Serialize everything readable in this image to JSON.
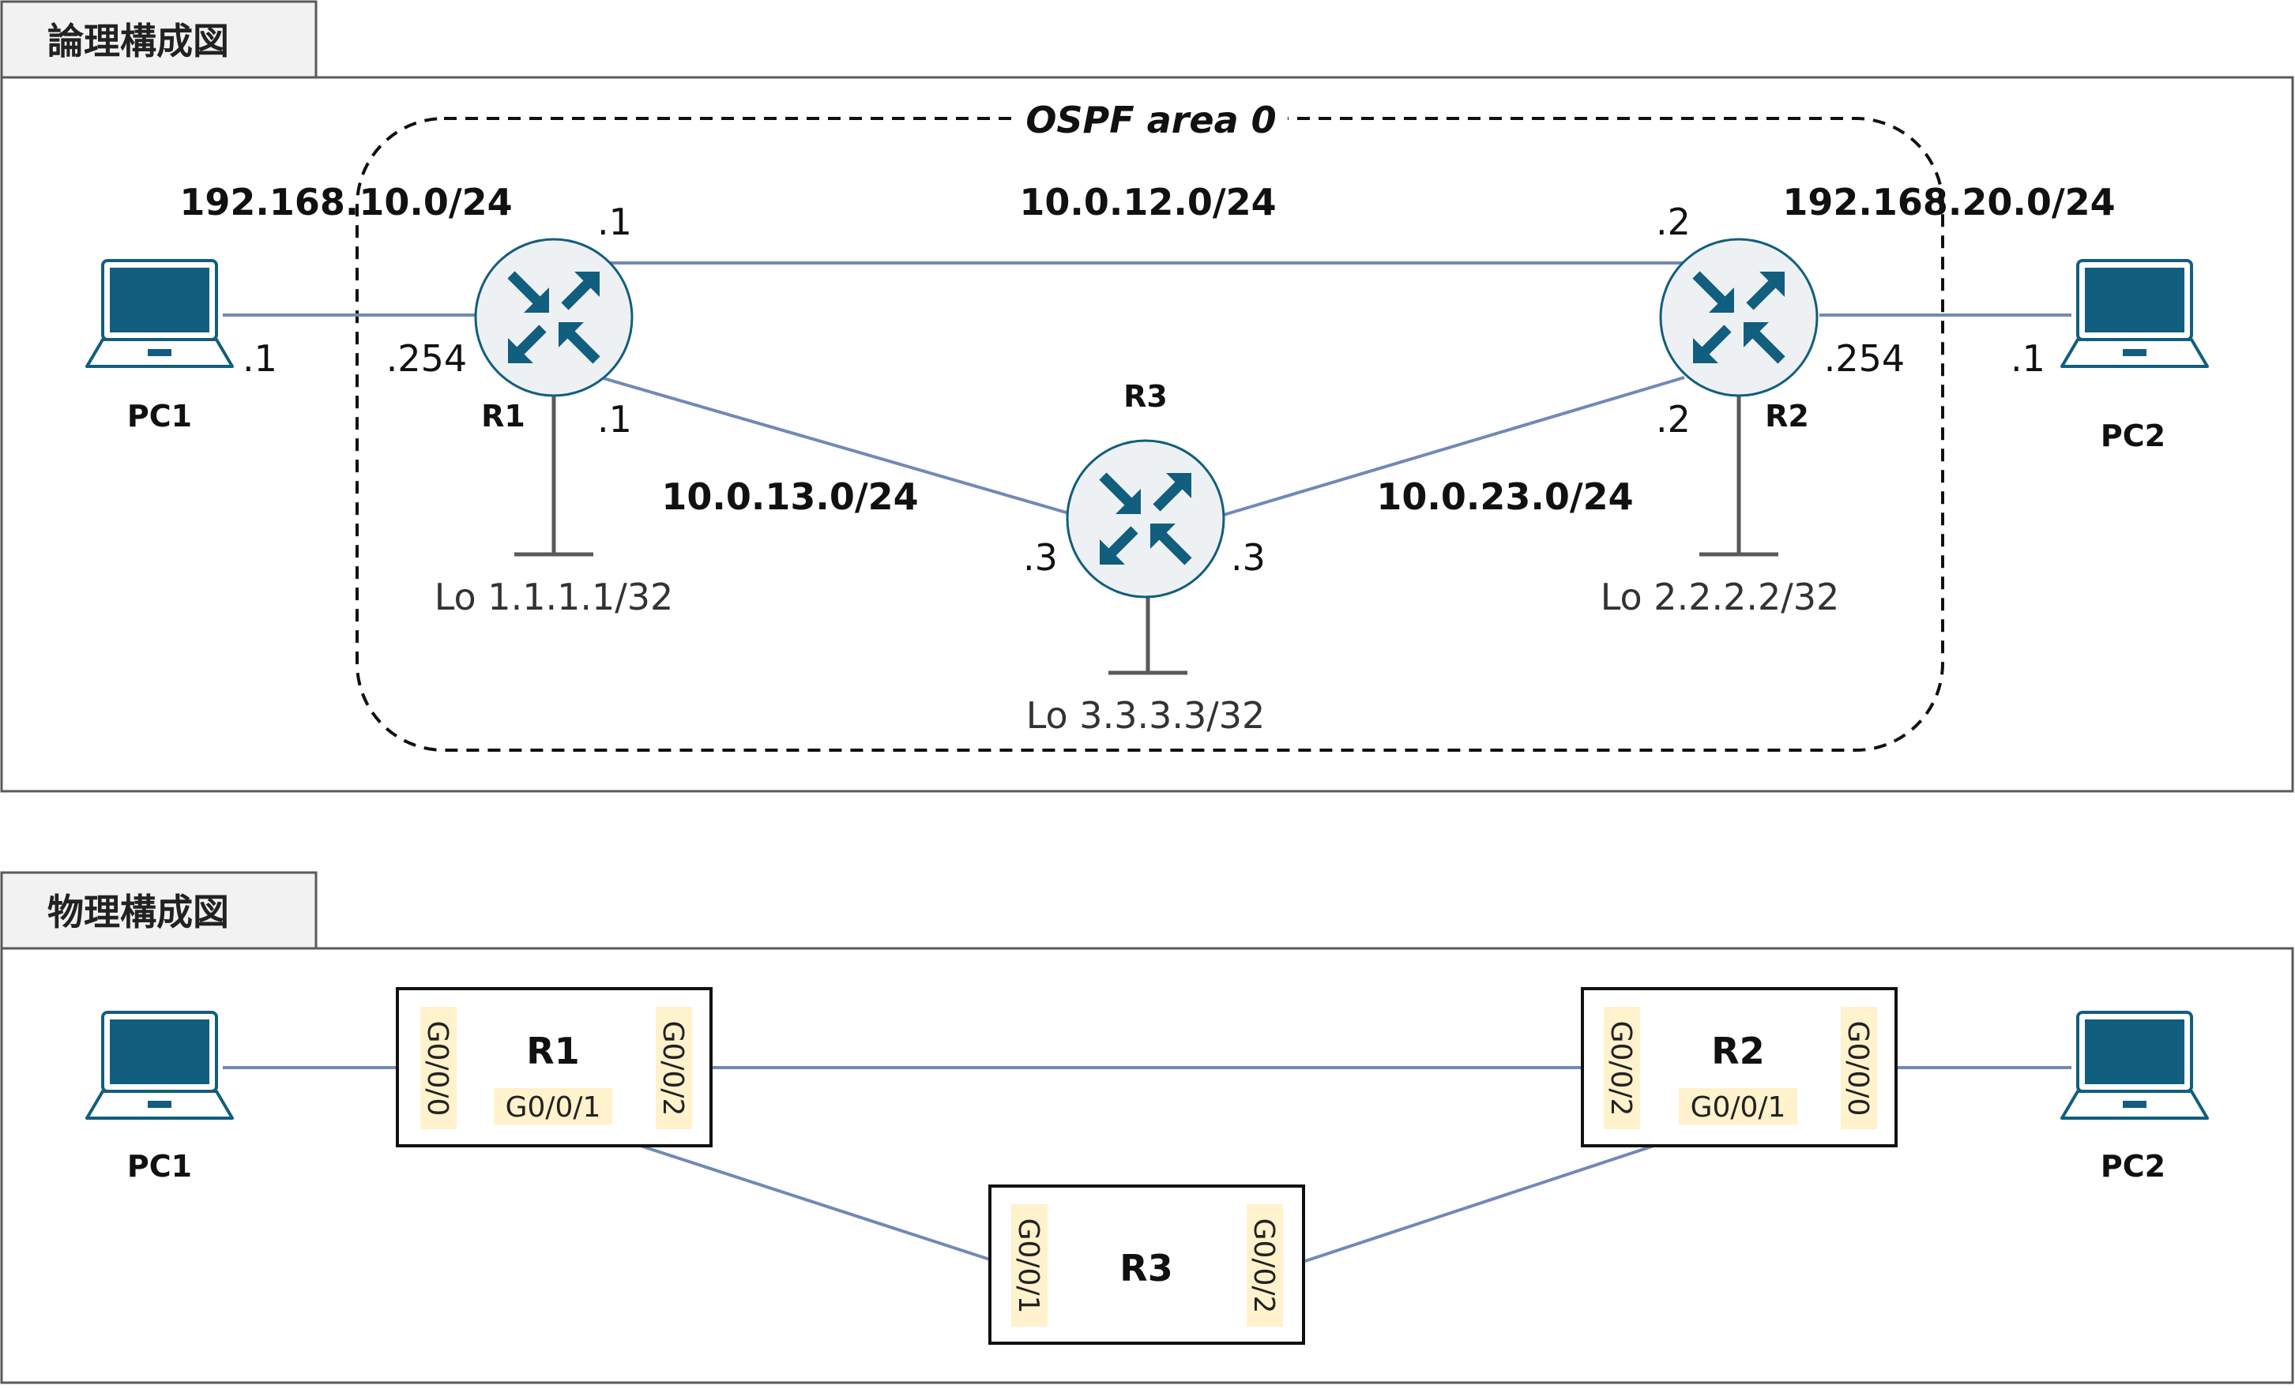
{
  "colors": {
    "link": "#7189b5",
    "router_fill": "#eef1f3",
    "router_arrow": "#125e7e",
    "pc_screen": "#125e7e",
    "port_highlight": "#fff2cc",
    "tab_fill": "#f2f2f2",
    "loopback_stem": "#5a5a5a"
  },
  "logical": {
    "tab_title": "論理構成図",
    "area_label": "OSPF area 0",
    "networks": {
      "lan1": "192.168.10.0/24",
      "lan2": "192.168.20.0/24",
      "r1_r2": "10.0.12.0/24",
      "r1_r3": "10.0.13.0/24",
      "r2_r3": "10.0.23.0/24"
    },
    "nodes": {
      "pc1": "PC1",
      "pc2": "PC2",
      "r1": "R1",
      "r2": "R2",
      "r3": "R3"
    },
    "hosts": {
      "pc1": ".1",
      "r1_lan": ".254",
      "r1_to_r2": ".1",
      "r1_to_r3": ".1",
      "r2_to_r1": ".2",
      "r2_to_r3": ".2",
      "r2_lan": ".254",
      "pc2": ".1",
      "r3_to_r1": ".3",
      "r3_to_r2": ".3"
    },
    "loopbacks": {
      "r1": "Lo 1.1.1.1/32",
      "r2": "Lo 2.2.2.2/32",
      "r3": "Lo 3.3.3.3/32"
    }
  },
  "physical": {
    "tab_title": "物理構成図",
    "nodes": {
      "pc1": "PC1",
      "pc2": "PC2",
      "r1": "R1",
      "r2": "R2",
      "r3": "R3"
    },
    "ports": {
      "r1_g000": "G0/0/0",
      "r1_g001": "G0/0/1",
      "r1_g002": "G0/0/2",
      "r2_g002": "G0/0/2",
      "r2_g001": "G0/0/1",
      "r2_g000": "G0/0/0",
      "r3_g001": "G0/0/1",
      "r3_g002": "G0/0/2"
    }
  }
}
